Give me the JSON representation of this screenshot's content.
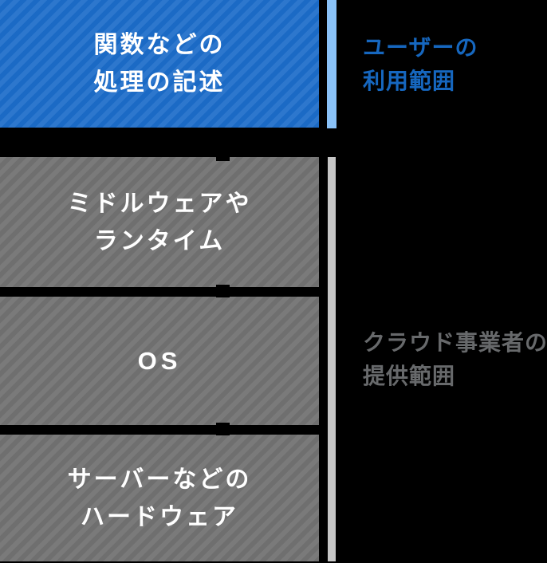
{
  "stack": {
    "layers": [
      {
        "id": "functions",
        "scope": "user",
        "lines": [
          "関数などの",
          "処理の記述"
        ]
      },
      {
        "id": "middleware",
        "scope": "provider",
        "lines": [
          "ミドルウェアや",
          "ランタイム"
        ]
      },
      {
        "id": "os",
        "scope": "provider",
        "lines": [
          "OS"
        ]
      },
      {
        "id": "hardware",
        "scope": "provider",
        "lines": [
          "サーバーなどの",
          "ハードウェア"
        ]
      }
    ]
  },
  "ranges": {
    "user": {
      "lines": [
        "ユーザーの",
        "利用範囲"
      ]
    },
    "provider": {
      "lines": [
        "クラウド事業者の",
        "提供範囲"
      ]
    }
  },
  "colors": {
    "background": "#000000",
    "user_layer_base": "#1b6ac5",
    "user_layer_stripe": "#2d77cd",
    "provider_layer_base": "#6f6f6f",
    "provider_layer_stripe": "#7a7a7a",
    "layer_text": "#ffffff",
    "user_bar": "#8ac2f8",
    "user_text": "#1667bf",
    "provider_bar": "#c6c6c6",
    "provider_text": "#67696b"
  }
}
